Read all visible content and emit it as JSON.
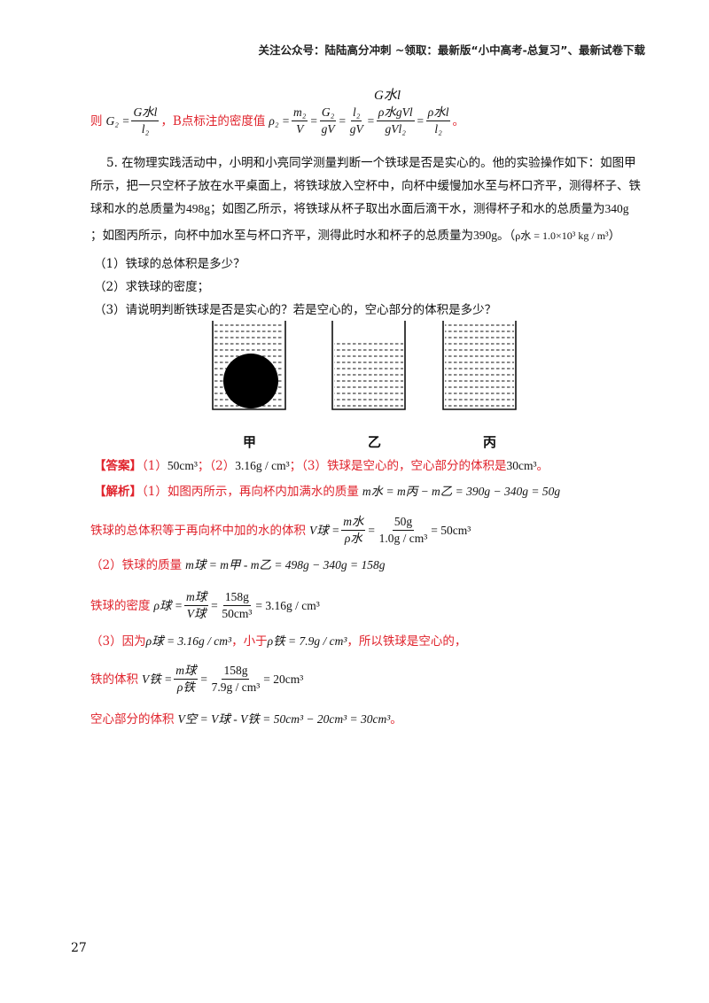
{
  "header": {
    "text": "关注公众号：陆陆高分冲刺 ~领取：最新版“小中高考-总复习”、最新试卷下载"
  },
  "top_formula": {
    "float_text": "G水l",
    "prefix": "则",
    "g2": "G₂ =",
    "frac1_num": "G水l",
    "frac1_den": "l₂",
    "mid_text": "，B点标注的密度值",
    "rho2": "ρ₂ =",
    "f2_num": "m₂",
    "f2_den": "V",
    "f3_num": "G₂",
    "f3_den": "gV",
    "f4_num": "l₂",
    "f4_den": "gV",
    "f5_num": "ρ水gVl",
    "f5_den": "gVl₂",
    "f6_num": "ρ水l",
    "f6_den": "l₂",
    "end": "。"
  },
  "problem": {
    "line1": "5. 在物理实践活动中，小明和小亮同学测量判断一个铁球是否是实心的。他的实验操作如下：如图甲",
    "line2": "所示，把一只空杯子放在水平桌面上，将铁球放入空杯中，向杯中缓慢加水至与杯口齐平，测得杯子、铁",
    "line3a": "球和水的总质量为",
    "m1": "498g",
    "line3b": "；如图乙所示，将铁球从杯子取出水面后滴干水，测得杯子和水的总质量为",
    "m2": "340g",
    "line4a": "；如图丙所示，向杯中加水至与杯口齐平，测得此时水和杯子的总质量为",
    "m3": "390g",
    "line4b": "。（",
    "density": "ρ水 = 1.0×10³ kg / m³",
    "line4c": "）",
    "q1": "（1）铁球的总体积是多少？",
    "q2": "（2）求铁球的密度；",
    "q3": "（3）请说明判断铁球是否是实心的？若是空心的，空心部分的体积是多少？"
  },
  "figures": {
    "labels": [
      "甲",
      "乙",
      "丙"
    ]
  },
  "answer": {
    "tag": "【答案】",
    "p1": "（1）",
    "v1": "50cm³",
    "p2": "；（2）",
    "v2": "3.16g / cm³",
    "p3": "；（3）铁球是空心的，空心部分的体积是",
    "v3": "30cm³",
    "end": "。"
  },
  "analysis": {
    "tag": "【解析】",
    "l1_text": "（1）如图丙所示，再向杯内加满水的质量",
    "l1_math": "m水 = m丙 − m乙 = 390g − 340g = 50g",
    "l2_text": "铁球的总体积等于再向杯中加的水的体积",
    "l2_lhs": "V球 =",
    "l2_n1": "m水",
    "l2_d1": "ρ水",
    "l2_eq": "=",
    "l2_n2": "50g",
    "l2_d2": "1.0g / cm³",
    "l2_res": "= 50cm³",
    "l3_text": "（2）铁球的质量",
    "l3_math": "m球 = m甲 - m乙 = 498g − 340g = 158g",
    "l4_text": "铁球的密度",
    "l4_lhs": "ρ球 =",
    "l4_n1": "m球",
    "l4_d1": "V球",
    "l4_eq": "=",
    "l4_n2": "158g",
    "l4_d2": "50cm³",
    "l4_res": "= 3.16g / cm³",
    "l5_a": "（3）因为",
    "l5_m1": "ρ球 = 3.16g / cm³",
    "l5_b": "，小于",
    "l5_m2": "ρ铁 = 7.9g / cm³",
    "l5_c": "，所以铁球是空心的，",
    "l6_text": "铁的体积",
    "l6_lhs": "V铁 =",
    "l6_n1": "m球",
    "l6_d1": "ρ铁",
    "l6_eq": "=",
    "l6_n2": "158g",
    "l6_d2": "7.9g / cm³",
    "l6_res": "= 20cm³",
    "l7_text": "空心部分的体积",
    "l7_math": "V空 = V球 - V铁 = 50cm³ − 20cm³ = 30cm³",
    "l7_end": "。"
  },
  "footer": {
    "page_number": "27"
  }
}
